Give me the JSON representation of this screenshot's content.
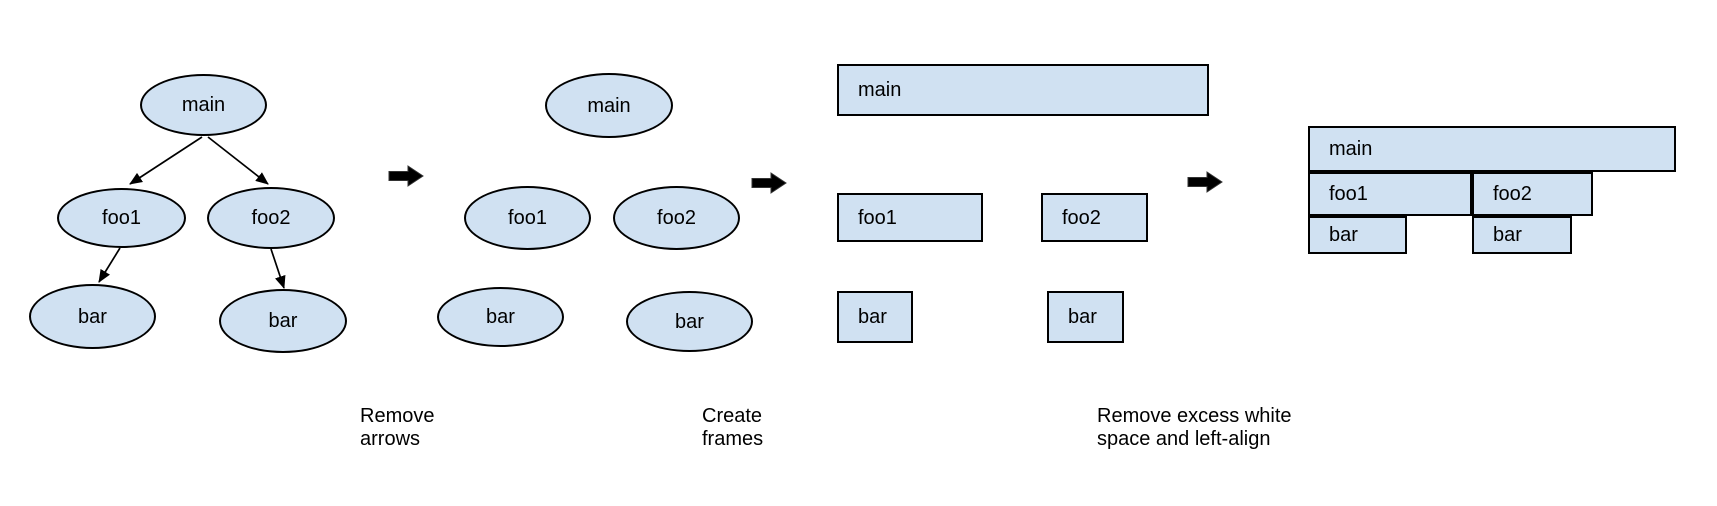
{
  "colors": {
    "background": "#ffffff",
    "node_fill": "#d0e1f2",
    "node_stroke": "#000000",
    "arrow": "#000000",
    "text": "#000000"
  },
  "stages": [
    {
      "name": "call-tree-with-arrows",
      "shape": "ellipse",
      "nodes": [
        {
          "label": "main"
        },
        {
          "label": "foo1"
        },
        {
          "label": "foo2"
        },
        {
          "label": "bar"
        },
        {
          "label": "bar"
        }
      ]
    },
    {
      "name": "call-tree-arrows-removed",
      "shape": "ellipse",
      "nodes": [
        {
          "label": "main"
        },
        {
          "label": "foo1"
        },
        {
          "label": "foo2"
        },
        {
          "label": "bar"
        },
        {
          "label": "bar"
        }
      ]
    },
    {
      "name": "frames",
      "shape": "rect",
      "nodes": [
        {
          "label": "main"
        },
        {
          "label": "foo1"
        },
        {
          "label": "foo2"
        },
        {
          "label": "bar"
        },
        {
          "label": "bar"
        }
      ]
    },
    {
      "name": "flame-graph",
      "shape": "rect",
      "nodes": [
        {
          "label": "main"
        },
        {
          "label": "foo1"
        },
        {
          "label": "foo2"
        },
        {
          "label": "bar"
        },
        {
          "label": "bar"
        }
      ]
    }
  ],
  "transitions": [
    {
      "line1": "Remove",
      "line2": "arrows"
    },
    {
      "line1": "Create",
      "line2": "frames"
    },
    {
      "line1": "Remove excess white",
      "line2": "space and left-align"
    }
  ]
}
